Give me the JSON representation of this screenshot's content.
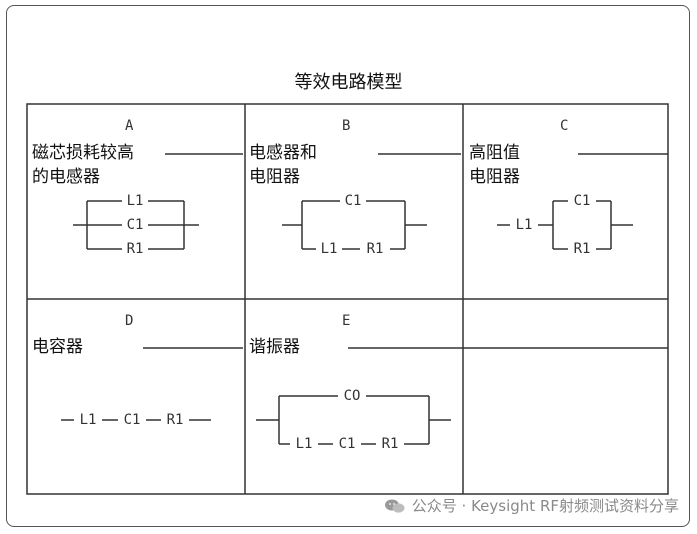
{
  "title": "等效电路模型",
  "cells": [
    {
      "letter": "A",
      "label_lines": [
        "磁芯损耗较高",
        "的电感器"
      ],
      "components": [
        "L1",
        "C1",
        "R1"
      ]
    },
    {
      "letter": "B",
      "label_lines": [
        "电感器和",
        "电阻器"
      ],
      "components": [
        "C1",
        "L1",
        "R1"
      ]
    },
    {
      "letter": "C",
      "label_lines": [
        "高阻值",
        "电阻器"
      ],
      "components": [
        "L1",
        "C1",
        "R1"
      ]
    },
    {
      "letter": "D",
      "label_lines": [
        "电容器"
      ],
      "components": [
        "L1",
        "C1",
        "R1"
      ]
    },
    {
      "letter": "E",
      "label_lines": [
        "谐振器"
      ],
      "components": [
        "CO",
        "L1",
        "C1",
        "R1"
      ]
    }
  ],
  "watermark": {
    "icon": "wechat-icon",
    "text": "公众号 · Keysight RF射频测试资料分享"
  },
  "colors": {
    "line": "#333333",
    "frame": "#555555",
    "watermark": "#8a8a8a"
  }
}
